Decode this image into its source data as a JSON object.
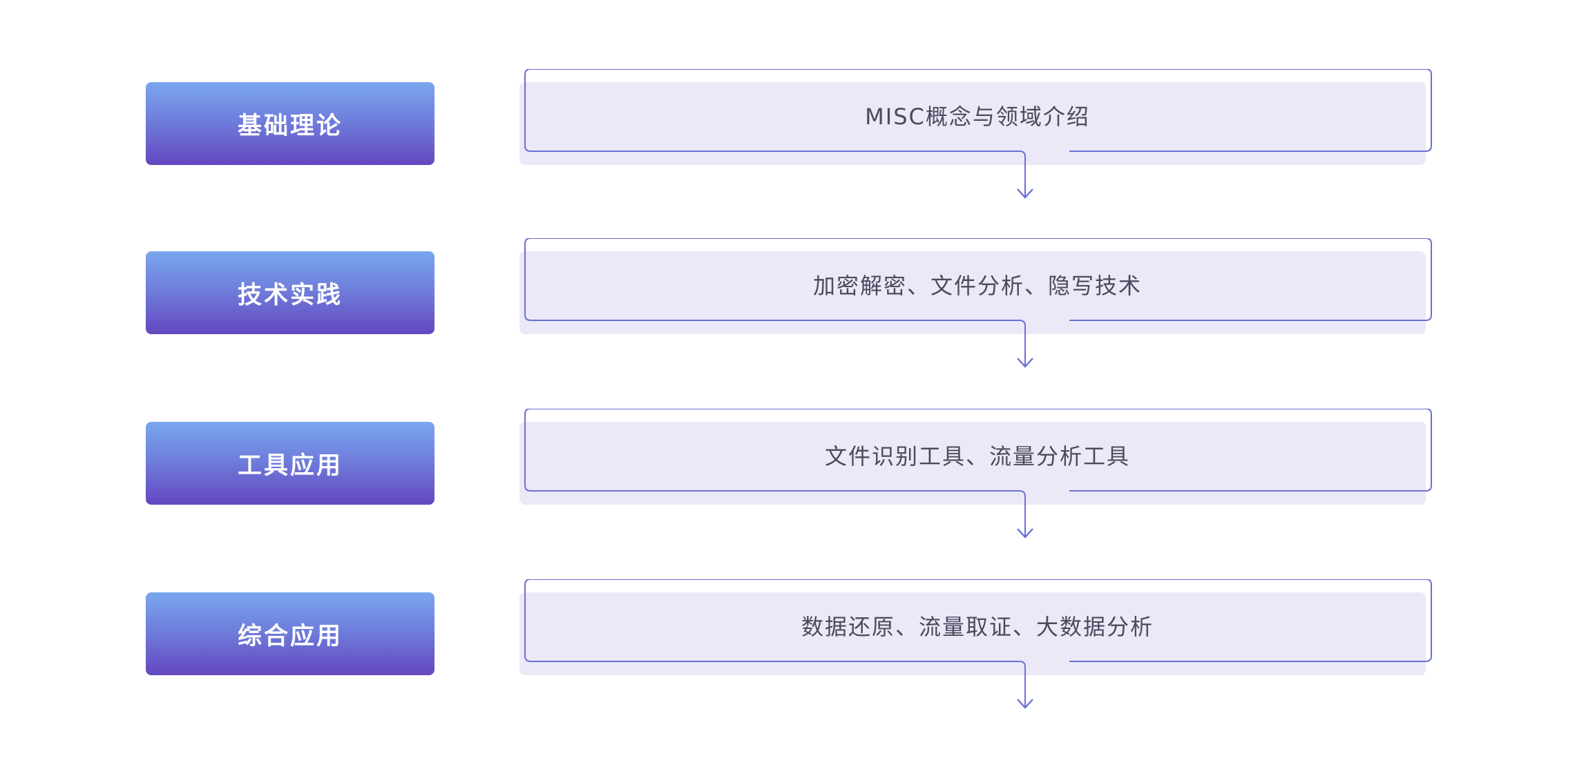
{
  "stages": [
    {
      "label": "基础理论",
      "content": "MISC概念与领域介绍"
    },
    {
      "label": "技术实践",
      "content": "加密解密、文件分析、隐写技术"
    },
    {
      "label": "工具应用",
      "content": "文件识别工具、流量分析工具"
    },
    {
      "label": "综合应用",
      "content": "数据还原、流量取证、大数据分析"
    }
  ],
  "colors": {
    "label_gradient_top": "#7aa7ee",
    "label_gradient_bottom": "#6447c0",
    "panel_fill": "#ebe9f8",
    "line_stroke": "#6a6fd6",
    "content_text": "#4a4a5e"
  }
}
